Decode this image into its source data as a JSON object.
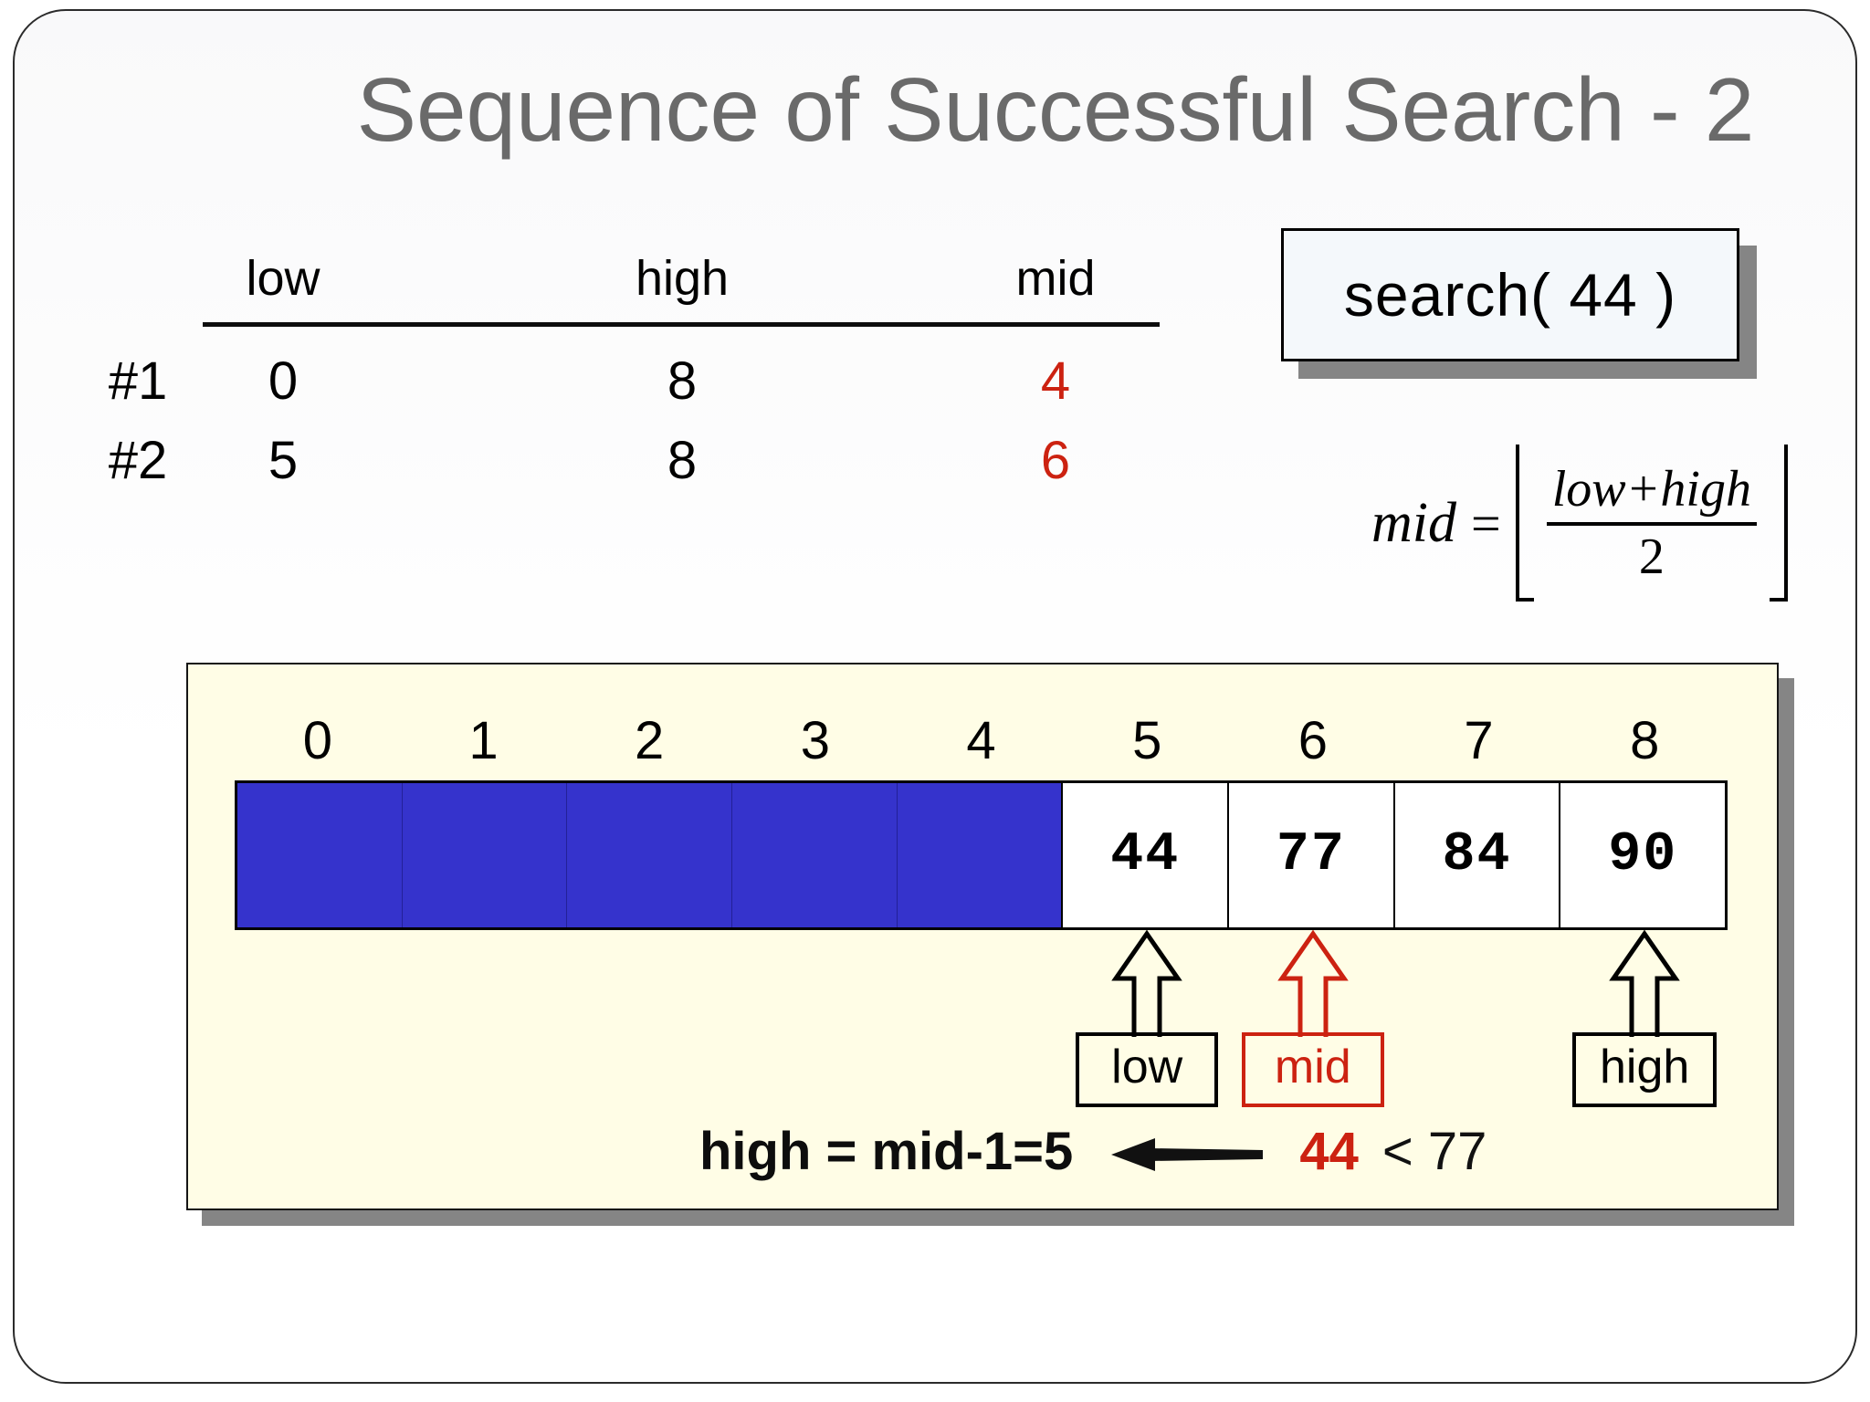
{
  "title": "Sequence of Successful Search - 2",
  "trace_table": {
    "headers": [
      "low",
      "high",
      "mid"
    ],
    "rows": [
      {
        "label": "#1",
        "low": "0",
        "high": "8",
        "mid": "4"
      },
      {
        "label": "#2",
        "low": "5",
        "high": "8",
        "mid": "6"
      }
    ]
  },
  "search_call": {
    "label": "search( 44 )"
  },
  "formula": {
    "lhs": "mid",
    "eq": "=",
    "numerator": "low+high",
    "denominator": "2"
  },
  "array_diagram": {
    "indices": [
      "0",
      "1",
      "2",
      "3",
      "4",
      "5",
      "6",
      "7",
      "8"
    ],
    "cells": [
      {
        "index": "0",
        "value": "",
        "hidden": true
      },
      {
        "index": "1",
        "value": "",
        "hidden": true
      },
      {
        "index": "2",
        "value": "",
        "hidden": true
      },
      {
        "index": "3",
        "value": "",
        "hidden": true
      },
      {
        "index": "4",
        "value": "",
        "hidden": true
      },
      {
        "index": "5",
        "value": "44",
        "hidden": false
      },
      {
        "index": "6",
        "value": "77",
        "hidden": false
      },
      {
        "index": "7",
        "value": "84",
        "hidden": false
      },
      {
        "index": "8",
        "value": "90",
        "hidden": false
      }
    ],
    "pointers": [
      {
        "label": "low",
        "cell": 5,
        "color": "#000000"
      },
      {
        "label": "mid",
        "cell": 6,
        "color": "#cc2211"
      },
      {
        "label": "high",
        "cell": 8,
        "color": "#000000"
      }
    ],
    "annotation": {
      "assignment": "high = mid-1=5",
      "value": "44",
      "comparison": "< 77"
    }
  },
  "colors": {
    "hidden_cell_blue": "#3533cc",
    "panel_background": "#fffde6",
    "accent_red": "#cc2211",
    "title_gray": "#6a6a6a",
    "shadow_gray": "#858585"
  }
}
